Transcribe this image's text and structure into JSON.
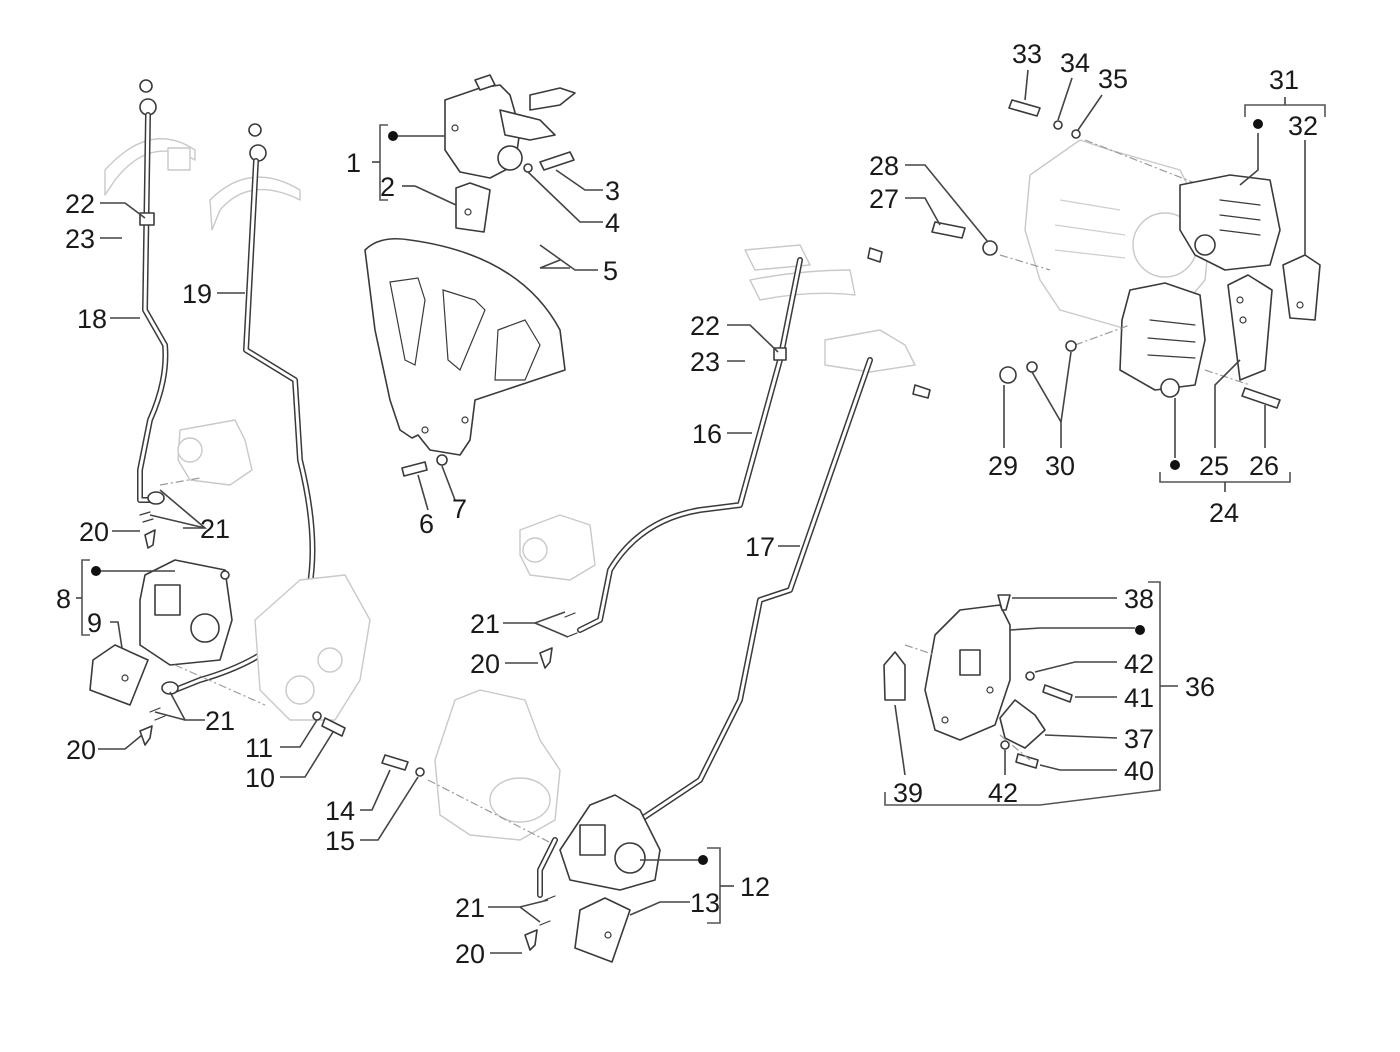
{
  "diagram": {
    "title": "Brake calipers, hoses and pads exploded view",
    "labels": {
      "p1": "1",
      "p2": "2",
      "p3": "3",
      "p4": "4",
      "p5": "5",
      "p6": "6",
      "p7": "7",
      "p8": "8",
      "p9": "9",
      "p10": "10",
      "p11": "11",
      "p12": "12",
      "p13": "13",
      "p14": "14",
      "p15": "15",
      "p16": "16",
      "p17": "17",
      "p18": "18",
      "p19": "19",
      "p20a": "20",
      "p20b": "20",
      "p20c": "20",
      "p20d": "20",
      "p21a": "21",
      "p21b": "21",
      "p21c": "21",
      "p21d": "21",
      "p22a": "22",
      "p22b": "22",
      "p23a": "23",
      "p23b": "23",
      "p24": "24",
      "p25": "25",
      "p26": "26",
      "p27": "27",
      "p28": "28",
      "p29": "29",
      "p30": "30",
      "p31": "31",
      "p32": "32",
      "p33": "33",
      "p34": "34",
      "p35": "35",
      "p36": "36",
      "p37": "37",
      "p38": "38",
      "p39": "39",
      "p40": "40",
      "p41": "41",
      "p42a": "42",
      "p42b": "42"
    },
    "groups": [
      {
        "parent": "1",
        "children": [
          "caliper",
          "2"
        ]
      },
      {
        "parent": "8",
        "children": [
          "caliper",
          "9"
        ]
      },
      {
        "parent": "12",
        "children": [
          "caliper",
          "13"
        ]
      },
      {
        "parent": "24",
        "children": [
          "caliper",
          "25",
          "26"
        ]
      },
      {
        "parent": "31",
        "children": [
          "caliper",
          "32"
        ]
      },
      {
        "parent": "36",
        "children": [
          "caliper",
          "37",
          "38",
          "39",
          "40",
          "41",
          "42"
        ]
      }
    ],
    "colors": {
      "line": "#3a3a3a",
      "ghost": "#c9c9c9",
      "text": "#1a1a1a",
      "background": "#ffffff"
    }
  }
}
